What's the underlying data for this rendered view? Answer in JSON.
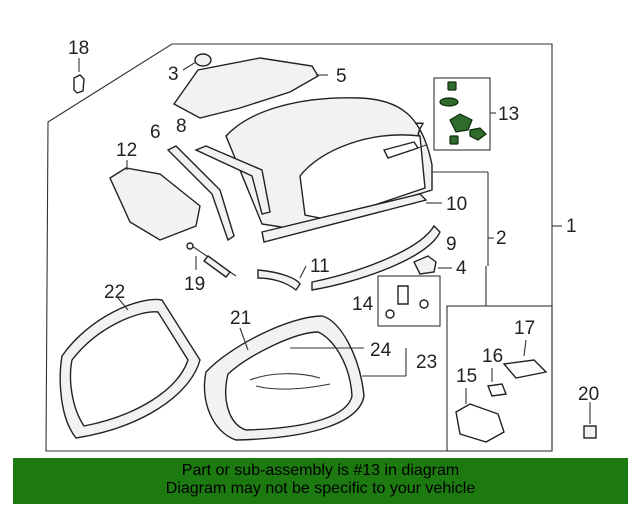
{
  "diagram": {
    "callouts": {
      "c1": "1",
      "c2": "2",
      "c3": "3",
      "c4": "4",
      "c5": "5",
      "c6": "6",
      "c7": "7",
      "c8": "8",
      "c9": "9",
      "c10": "10",
      "c11": "11",
      "c12": "12",
      "c13": "13",
      "c14": "14",
      "c15": "15",
      "c16": "16",
      "c17": "17",
      "c18": "18",
      "c19": "19",
      "c20": "20",
      "c21": "21",
      "c22": "22",
      "c23": "23",
      "c24": "24"
    },
    "highlight_color": "#2f6b2a"
  },
  "banner": {
    "line1": "Part or sub-assembly is #13 in diagram",
    "line2": "Diagram may not be specific to your vehicle",
    "background": "#1d7a10"
  }
}
